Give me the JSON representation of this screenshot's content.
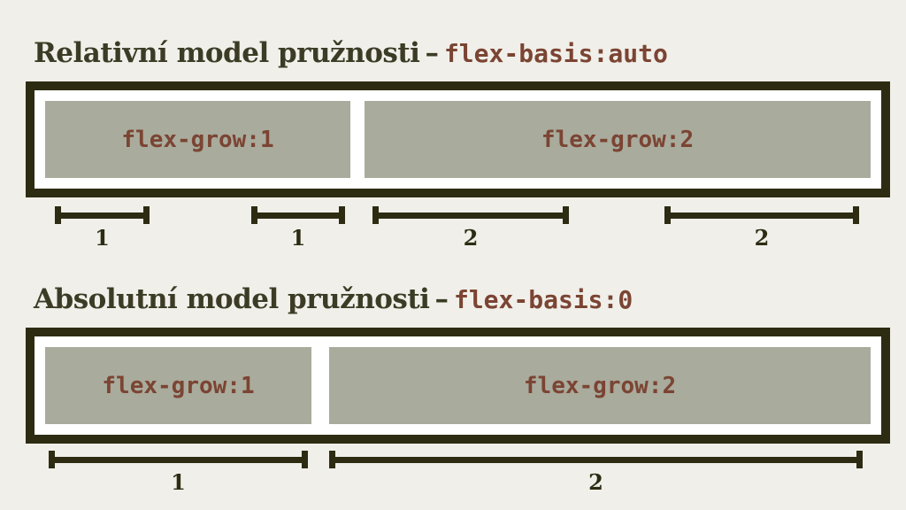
{
  "slide": {
    "background": "#f0efe9",
    "colors": {
      "outline": "#2d2c13",
      "surface": "#ffffff",
      "item_fill": "#a9ab9c",
      "code_text": "#7b4433",
      "heading_text": "#3c3c26"
    },
    "sections": [
      {
        "heading": "Relativní model pružnosti",
        "heading_separator": "–",
        "heading_code": "flex-basis:auto",
        "items": [
          {
            "label": "flex-grow:1"
          },
          {
            "label": "flex-grow:2"
          }
        ],
        "measures": [
          {
            "value": "1"
          },
          {
            "value": "1"
          },
          {
            "value": "2"
          },
          {
            "value": "2"
          }
        ]
      },
      {
        "heading": "Absolutní model pružnosti",
        "heading_separator": "–",
        "heading_code": "flex-basis:0",
        "items": [
          {
            "label": "flex-grow:1"
          },
          {
            "label": "flex-grow:2"
          }
        ],
        "measures": [
          {
            "value": "1"
          },
          {
            "value": "2"
          }
        ]
      }
    ]
  }
}
